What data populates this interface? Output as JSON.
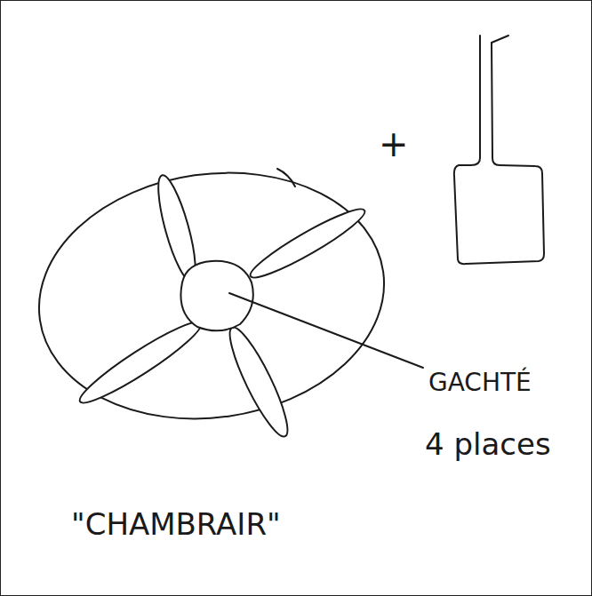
{
  "diagram": {
    "labels": [
      "+",
      "GACHTÉ",
      "4 places",
      "\"CHAMBRAIR\""
    ]
  }
}
